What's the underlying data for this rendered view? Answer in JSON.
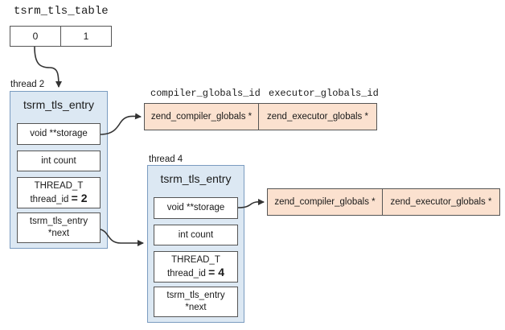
{
  "table": {
    "title": "tsrm_tls_table",
    "cells": [
      "0",
      "1"
    ]
  },
  "headers": {
    "compiler": "compiler_globals_id",
    "executor": "executor_globals_id"
  },
  "thread_a": {
    "label": "thread 2",
    "title": "tsrm_tls_entry",
    "storage": "void **storage",
    "count": "int count",
    "thread_type": "THREAD_T",
    "thread_id_prefix": "thread_id",
    "thread_id_value": "= 2",
    "next_line1": "tsrm_tls_entry",
    "next_line2": "*next",
    "globals": [
      "zend_compiler_globals *",
      "zend_executor_globals *"
    ]
  },
  "thread_b": {
    "label": "thread 4",
    "title": "tsrm_tls_entry",
    "storage": "void **storage",
    "count": "int count",
    "thread_type": "THREAD_T",
    "thread_id_prefix": "thread_id",
    "thread_id_value": "= 4",
    "next_line1": "tsrm_tls_entry",
    "next_line2": "*next",
    "globals": [
      "zend_compiler_globals *",
      "zend_executor_globals *"
    ]
  }
}
